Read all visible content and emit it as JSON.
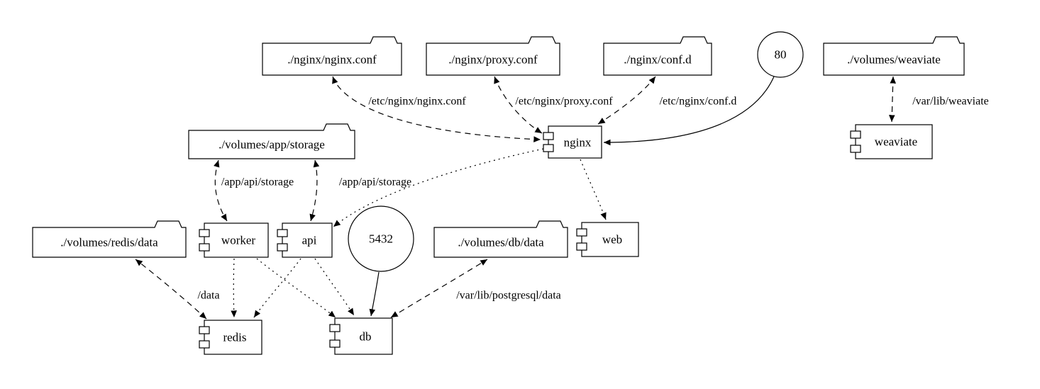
{
  "diagram": {
    "kind": "docker-compose architecture graph",
    "background": "#ffffff",
    "stroke_color": "#000000",
    "node_fill": "#ffffff"
  },
  "nodes": {
    "nginx_conf": {
      "label": "./nginx/nginx.conf",
      "shape": "folder"
    },
    "proxy_conf": {
      "label": "./nginx/proxy.conf",
      "shape": "folder"
    },
    "conf_d": {
      "label": "./nginx/conf.d",
      "shape": "folder"
    },
    "port_80": {
      "label": "80",
      "shape": "circle"
    },
    "volumes_weaviate": {
      "label": "./volumes/weaviate",
      "shape": "folder"
    },
    "volumes_app_storage": {
      "label": "./volumes/app/storage",
      "shape": "folder"
    },
    "nginx": {
      "label": "nginx",
      "shape": "component"
    },
    "weaviate": {
      "label": "weaviate",
      "shape": "component"
    },
    "volumes_redis_data": {
      "label": "./volumes/redis/data",
      "shape": "folder"
    },
    "worker": {
      "label": "worker",
      "shape": "component"
    },
    "api": {
      "label": "api",
      "shape": "component"
    },
    "port_5432": {
      "label": "5432",
      "shape": "circle"
    },
    "volumes_db_data": {
      "label": "./volumes/db/data",
      "shape": "folder"
    },
    "web": {
      "label": "web",
      "shape": "component"
    },
    "redis": {
      "label": "redis",
      "shape": "component"
    },
    "db": {
      "label": "db",
      "shape": "component"
    }
  },
  "edge_labels": {
    "nginx_conf_mount": "/etc/nginx/nginx.conf",
    "proxy_conf_mount": "/etc/nginx/proxy.conf",
    "conf_d_mount": "/etc/nginx/conf.d",
    "weaviate_mount": "/var/lib/weaviate",
    "worker_storage_mount": "/app/api/storage",
    "api_storage_mount": "/app/api/storage",
    "redis_mount": "/data",
    "db_mount": "/var/lib/postgresql/data"
  }
}
